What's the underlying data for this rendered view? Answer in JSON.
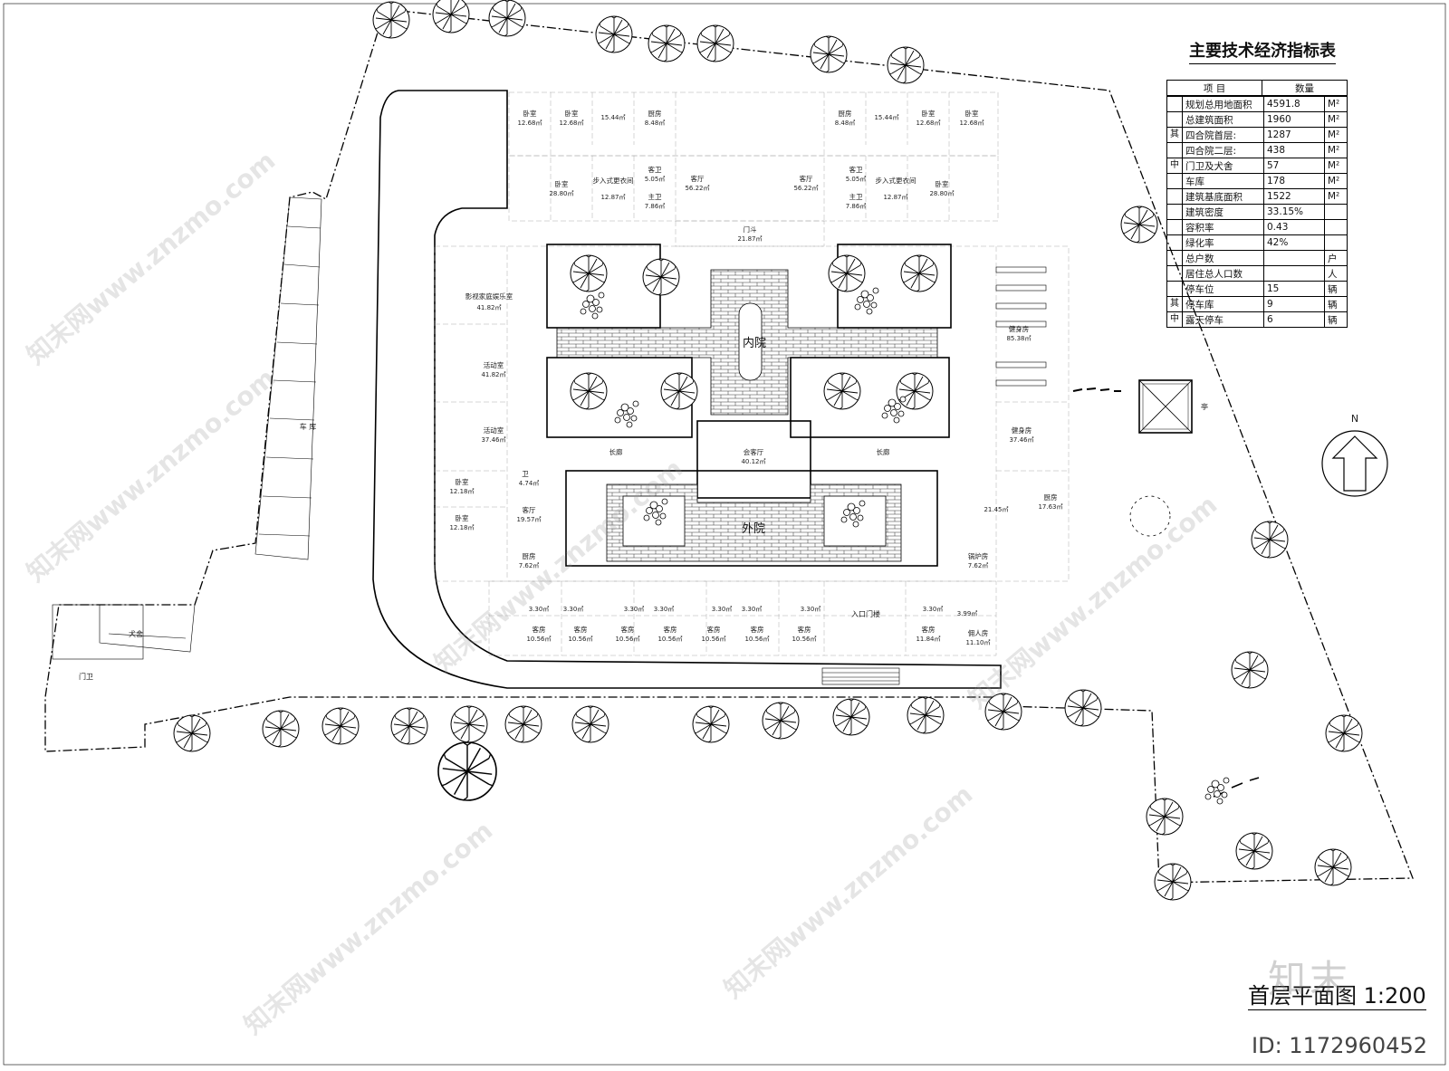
{
  "table": {
    "title": "主要技术经济指标表",
    "header": {
      "item": "项  目",
      "qty": "数量"
    },
    "rows": [
      {
        "group": "",
        "item": "规划总用地面积",
        "value": "4591.8",
        "unit": "M²"
      },
      {
        "group": "",
        "item": "总建筑面积",
        "value": "1960",
        "unit": "M²"
      },
      {
        "group": "其",
        "item": "四合院首层:",
        "value": "1287",
        "unit": "M²"
      },
      {
        "group": "",
        "item": "四合院二层:",
        "value": "438",
        "unit": "M²"
      },
      {
        "group": "中",
        "item": "门卫及犬舍",
        "value": "57",
        "unit": "M²"
      },
      {
        "group": "",
        "item": "车库",
        "value": "178",
        "unit": "M²"
      },
      {
        "group": "",
        "item": "建筑基底面积",
        "value": "1522",
        "unit": "M²"
      },
      {
        "group": "",
        "item": "建筑密度",
        "value": "33.15%",
        "unit": ""
      },
      {
        "group": "",
        "item": "容积率",
        "value": "0.43",
        "unit": ""
      },
      {
        "group": "",
        "item": "绿化率",
        "value": "42%",
        "unit": ""
      },
      {
        "group": "",
        "item": "总户数",
        "value": "",
        "unit": "户"
      },
      {
        "group": "",
        "item": "居住总人口数",
        "value": "",
        "unit": "人"
      },
      {
        "group": "",
        "item": "停车位",
        "value": "15",
        "unit": "辆"
      },
      {
        "group": "其",
        "item": "停车库",
        "value": "9",
        "unit": "辆"
      },
      {
        "group": "中",
        "item": "露天停车",
        "value": "6",
        "unit": "辆"
      }
    ]
  },
  "plan": {
    "drawing_title": "首层平面图 1:200",
    "north": "N",
    "inner_yard": "内院",
    "outer_yard": "外院",
    "garage": "车  库",
    "gatehouse": "门卫",
    "kennel": "犬舍",
    "pavilion": "亭",
    "entrance": "入口门楼",
    "gate_hall": "门斗",
    "gate_hall_area": "21.87㎡",
    "corridor_left": "长廊",
    "corridor_right": "长廊",
    "reception": "会客厅",
    "reception_area": "40.12㎡",
    "rooms_top": [
      {
        "name": "卧室",
        "area": "12.68㎡"
      },
      {
        "name": "卧室",
        "area": "12.68㎡"
      },
      {
        "name": "",
        "area": "15.44㎡"
      },
      {
        "name": "厨房",
        "area": "8.48㎡"
      },
      {
        "name": "厨房",
        "area": "8.48㎡"
      },
      {
        "name": "",
        "area": "15.44㎡"
      },
      {
        "name": "卧室",
        "area": "12.68㎡"
      },
      {
        "name": "卧室",
        "area": "12.68㎡"
      }
    ],
    "rooms_second": [
      {
        "name": "卧室",
        "area": "28.80㎡"
      },
      {
        "name": "步入式更衣间",
        "area": "12.87㎡"
      },
      {
        "name": "客卫",
        "area": "5.05㎡"
      },
      {
        "name": "主卫",
        "area": "7.86㎡"
      },
      {
        "name": "客厅",
        "area": "56.22㎡"
      },
      {
        "name": "客厅",
        "area": "56.22㎡"
      },
      {
        "name": "客卫",
        "area": "5.05㎡"
      },
      {
        "name": "主卫",
        "area": "7.86㎡"
      },
      {
        "name": "步入式更衣间",
        "area": "12.87㎡"
      },
      {
        "name": "卧室",
        "area": "28.80㎡"
      }
    ],
    "rooms_left": [
      {
        "name": "影视家庭娱乐室",
        "area": "41.82㎡"
      },
      {
        "name": "活动室",
        "area": "41.82㎡"
      },
      {
        "name": "活动室",
        "area": "37.46㎡"
      },
      {
        "name": "卧室",
        "area": "12.18㎡"
      },
      {
        "name": "卧室",
        "area": "12.18㎡"
      },
      {
        "name": "卫",
        "area": "4.74㎡"
      },
      {
        "name": "客厅",
        "area": "19.57㎡"
      },
      {
        "name": "厨房",
        "area": "7.62㎡"
      }
    ],
    "rooms_right": [
      {
        "name": "健身房",
        "area": "85.38㎡"
      },
      {
        "name": "健身房",
        "area": "37.46㎡"
      },
      {
        "name": "",
        "area": "21.45㎡"
      },
      {
        "name": "厨房",
        "area": "17.63㎡"
      },
      {
        "name": "锅炉房",
        "area": "7.62㎡"
      }
    ],
    "rooms_bottom": [
      {
        "name": "客房",
        "area": "10.56㎡"
      },
      {
        "name": "客房",
        "area": "10.56㎡"
      },
      {
        "name": "客房",
        "area": "10.56㎡"
      },
      {
        "name": "客房",
        "area": "10.56㎡"
      },
      {
        "name": "客房",
        "area": "10.56㎡"
      },
      {
        "name": "客房",
        "area": "10.56㎡"
      },
      {
        "name": "客房",
        "area": "10.56㎡"
      },
      {
        "name": "客房",
        "area": "11.84㎡"
      },
      {
        "name": "佣人房",
        "area": "11.10㎡"
      }
    ],
    "baths_bottom": [
      "3.30㎡",
      "3.30㎡",
      "3.30㎡",
      "3.30㎡",
      "3.30㎡",
      "3.30㎡",
      "3.30㎡",
      "3.30㎡",
      "3.99㎡"
    ]
  },
  "watermark": {
    "brand": "知末",
    "site": "知末网www.znzmo.com",
    "id": "ID: 1172960452"
  }
}
